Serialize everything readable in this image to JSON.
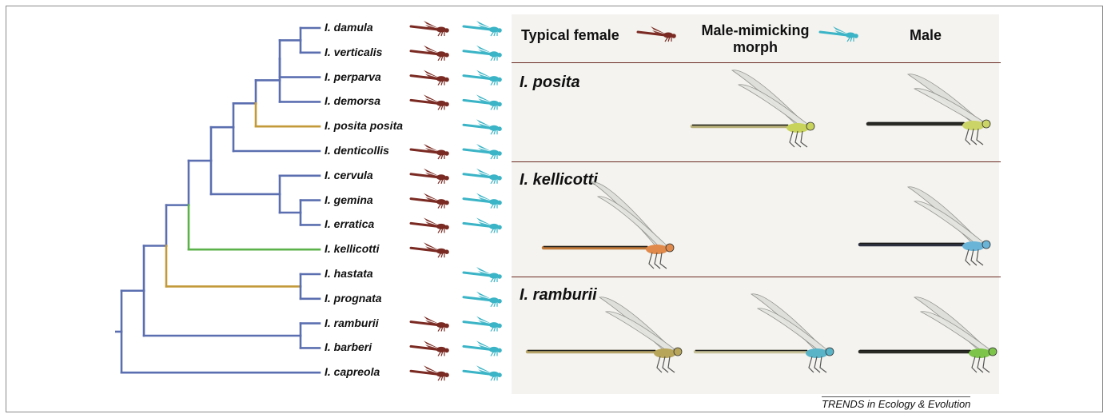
{
  "colors": {
    "branch_default": "#5b6fb0",
    "branch_loss_male_mimic": "#c39a3a",
    "branch_loss_typical": "#5bb14a",
    "typical_female_icon": "#7a2a22",
    "male_mimic_icon": "#3ab4c6",
    "section_rule": "#6b2a22"
  },
  "species": [
    {
      "label": "I. damula",
      "typical_female": true,
      "male_mimic": true
    },
    {
      "label": "I. verticalis",
      "typical_female": true,
      "male_mimic": true
    },
    {
      "label": "I. perparva",
      "typical_female": true,
      "male_mimic": true
    },
    {
      "label": "I. demorsa",
      "typical_female": true,
      "male_mimic": true
    },
    {
      "label": "I. posita posita",
      "typical_female": false,
      "male_mimic": true
    },
    {
      "label": "I. denticollis",
      "typical_female": true,
      "male_mimic": true
    },
    {
      "label": "I. cervula",
      "typical_female": true,
      "male_mimic": true
    },
    {
      "label": "I. gemina",
      "typical_female": true,
      "male_mimic": true
    },
    {
      "label": "I. erratica",
      "typical_female": true,
      "male_mimic": true
    },
    {
      "label": "I. kellicotti",
      "typical_female": true,
      "male_mimic": false
    },
    {
      "label": "I. hastata",
      "typical_female": false,
      "male_mimic": true
    },
    {
      "label": "I. prognata",
      "typical_female": false,
      "male_mimic": true
    },
    {
      "label": "I. ramburii",
      "typical_female": true,
      "male_mimic": true
    },
    {
      "label": "I. barberi",
      "typical_female": true,
      "male_mimic": true
    },
    {
      "label": "I. capreola",
      "typical_female": true,
      "male_mimic": true
    }
  ],
  "headers": {
    "typical_female": "Typical female",
    "male_mimicking_line1": "Male-mimicking",
    "male_mimicking_line2": "morph",
    "male": "Male"
  },
  "sections": [
    {
      "title": "I. posita",
      "morphs": [
        "male-mimic",
        "male"
      ]
    },
    {
      "title": "I. kellicotti",
      "morphs": [
        "typical-female",
        "male"
      ]
    },
    {
      "title": "I. ramburii",
      "morphs": [
        "typical-female",
        "male-mimic",
        "male"
      ]
    }
  ],
  "credit": "TRENDS in Ecology & Evolution"
}
